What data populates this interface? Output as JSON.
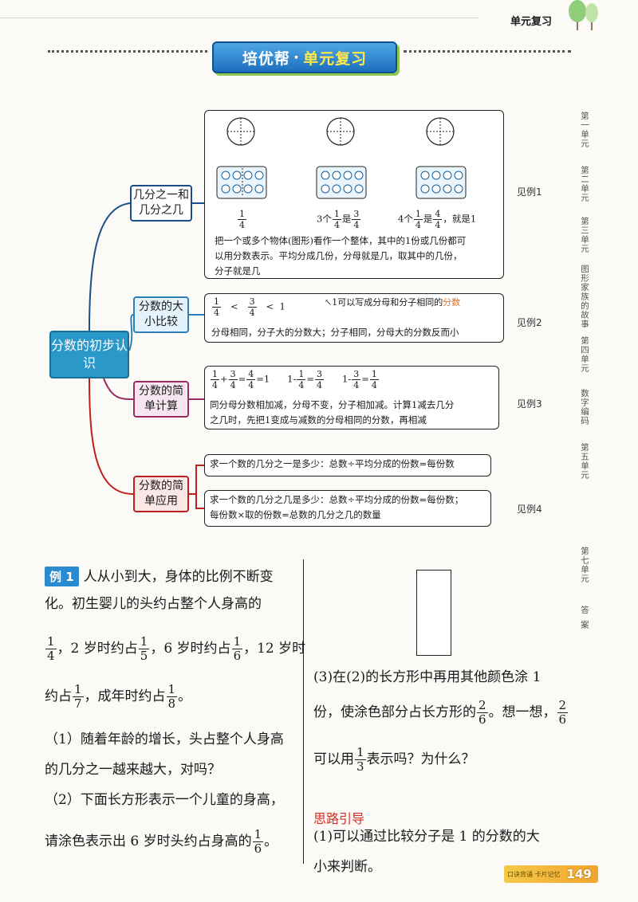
{
  "header": {
    "section": "单元复习",
    "banner_main": "培优帮",
    "banner_dot": "·",
    "banner_sub": "单元复习"
  },
  "mindmap": {
    "root": "分数的初步认识",
    "nodes": [
      {
        "label": "几分之一和几分之几",
        "ref": "见例1"
      },
      {
        "label": "分数的大小比较",
        "ref": "见例2"
      },
      {
        "label": "分数的简单计算",
        "ref": "见例3"
      },
      {
        "label": "分数的简单应用",
        "ref": "见例4"
      }
    ],
    "box1": {
      "f1": {
        "n": "1",
        "d": "4"
      },
      "e2_pre": "3个",
      "e2_mid": "是",
      "e3_pre": "4个",
      "e3_mid": "是",
      "e3_post": "，就是1",
      "desc1": "把一个或多个物体(图形)看作一个整体，其中的1份或几份都可",
      "desc2": "以用分数表示。平均分成几份，分母就是几，取其中的几份，",
      "desc3": "分子就是几"
    },
    "box2": {
      "lt": "<",
      "one": "1",
      "note_pre": "1可以写成分母和分子相同的",
      "note_hl": "分数",
      "desc": "分母相同，分子大的分数大；分子相同，分母大的分数反而小"
    },
    "box3": {
      "plus": "+",
      "eq": "=",
      "minus": "-",
      "one": "1",
      "eq1": "=1",
      "desc1": "同分母分数相加减，分母不变，分子相加减。计算1减去几分",
      "desc2": "之几时，先把1变成与减数的分母相同的分数，再相减"
    },
    "box4": "求一个数的几分之一是多少：总数÷平均分成的份数=每份数",
    "box5_1": "求一个数的几分之几是多少：总数÷平均分成的份数=每份数；",
    "box5_2": "每份数×取的份数=总数的几分之几的数量"
  },
  "side_tabs": [
    "第一单元",
    "第二单元",
    "第三单元",
    "图形家族的故事",
    "第四单元",
    "数字编码",
    "第五单元",
    "第七单元",
    "答案"
  ],
  "example": {
    "label": "例 1",
    "l1": "人从小到大，身体的比例不断变",
    "l2": "化。初生婴儿的头约占整个人身高的",
    "l3_a": "，2 岁时约占",
    "l3_b": "，6 岁时约占",
    "l3_c": "，12 岁时",
    "l4_a": "约占",
    "l4_b": "，成年时约占",
    "l4_c": "。",
    "q1a": "（1）随着年龄的增长，头占整个人身高",
    "q1b": "的几分之一越来越大，对吗？",
    "q2a": "（2）下面长方形表示一个儿童的身高，",
    "q2b": "请涂色表示出 6 岁时头约占身高的",
    "q2c": "。",
    "q3a": "(3)在(2)的长方形中再用其他颜色涂 1",
    "q3b_a": "份，使涂色部分占长方形的",
    "q3b_b": "。想一想，",
    "q3c_a": "可以用",
    "q3c_b": "表示吗？为什么？",
    "hint": "思路引导",
    "h1": "(1)可以通过比较分子是 1 的分数的大",
    "h2": "小来判断。"
  },
  "footer": {
    "badge": "口诀背诵 卡片记忆",
    "page": "149"
  }
}
